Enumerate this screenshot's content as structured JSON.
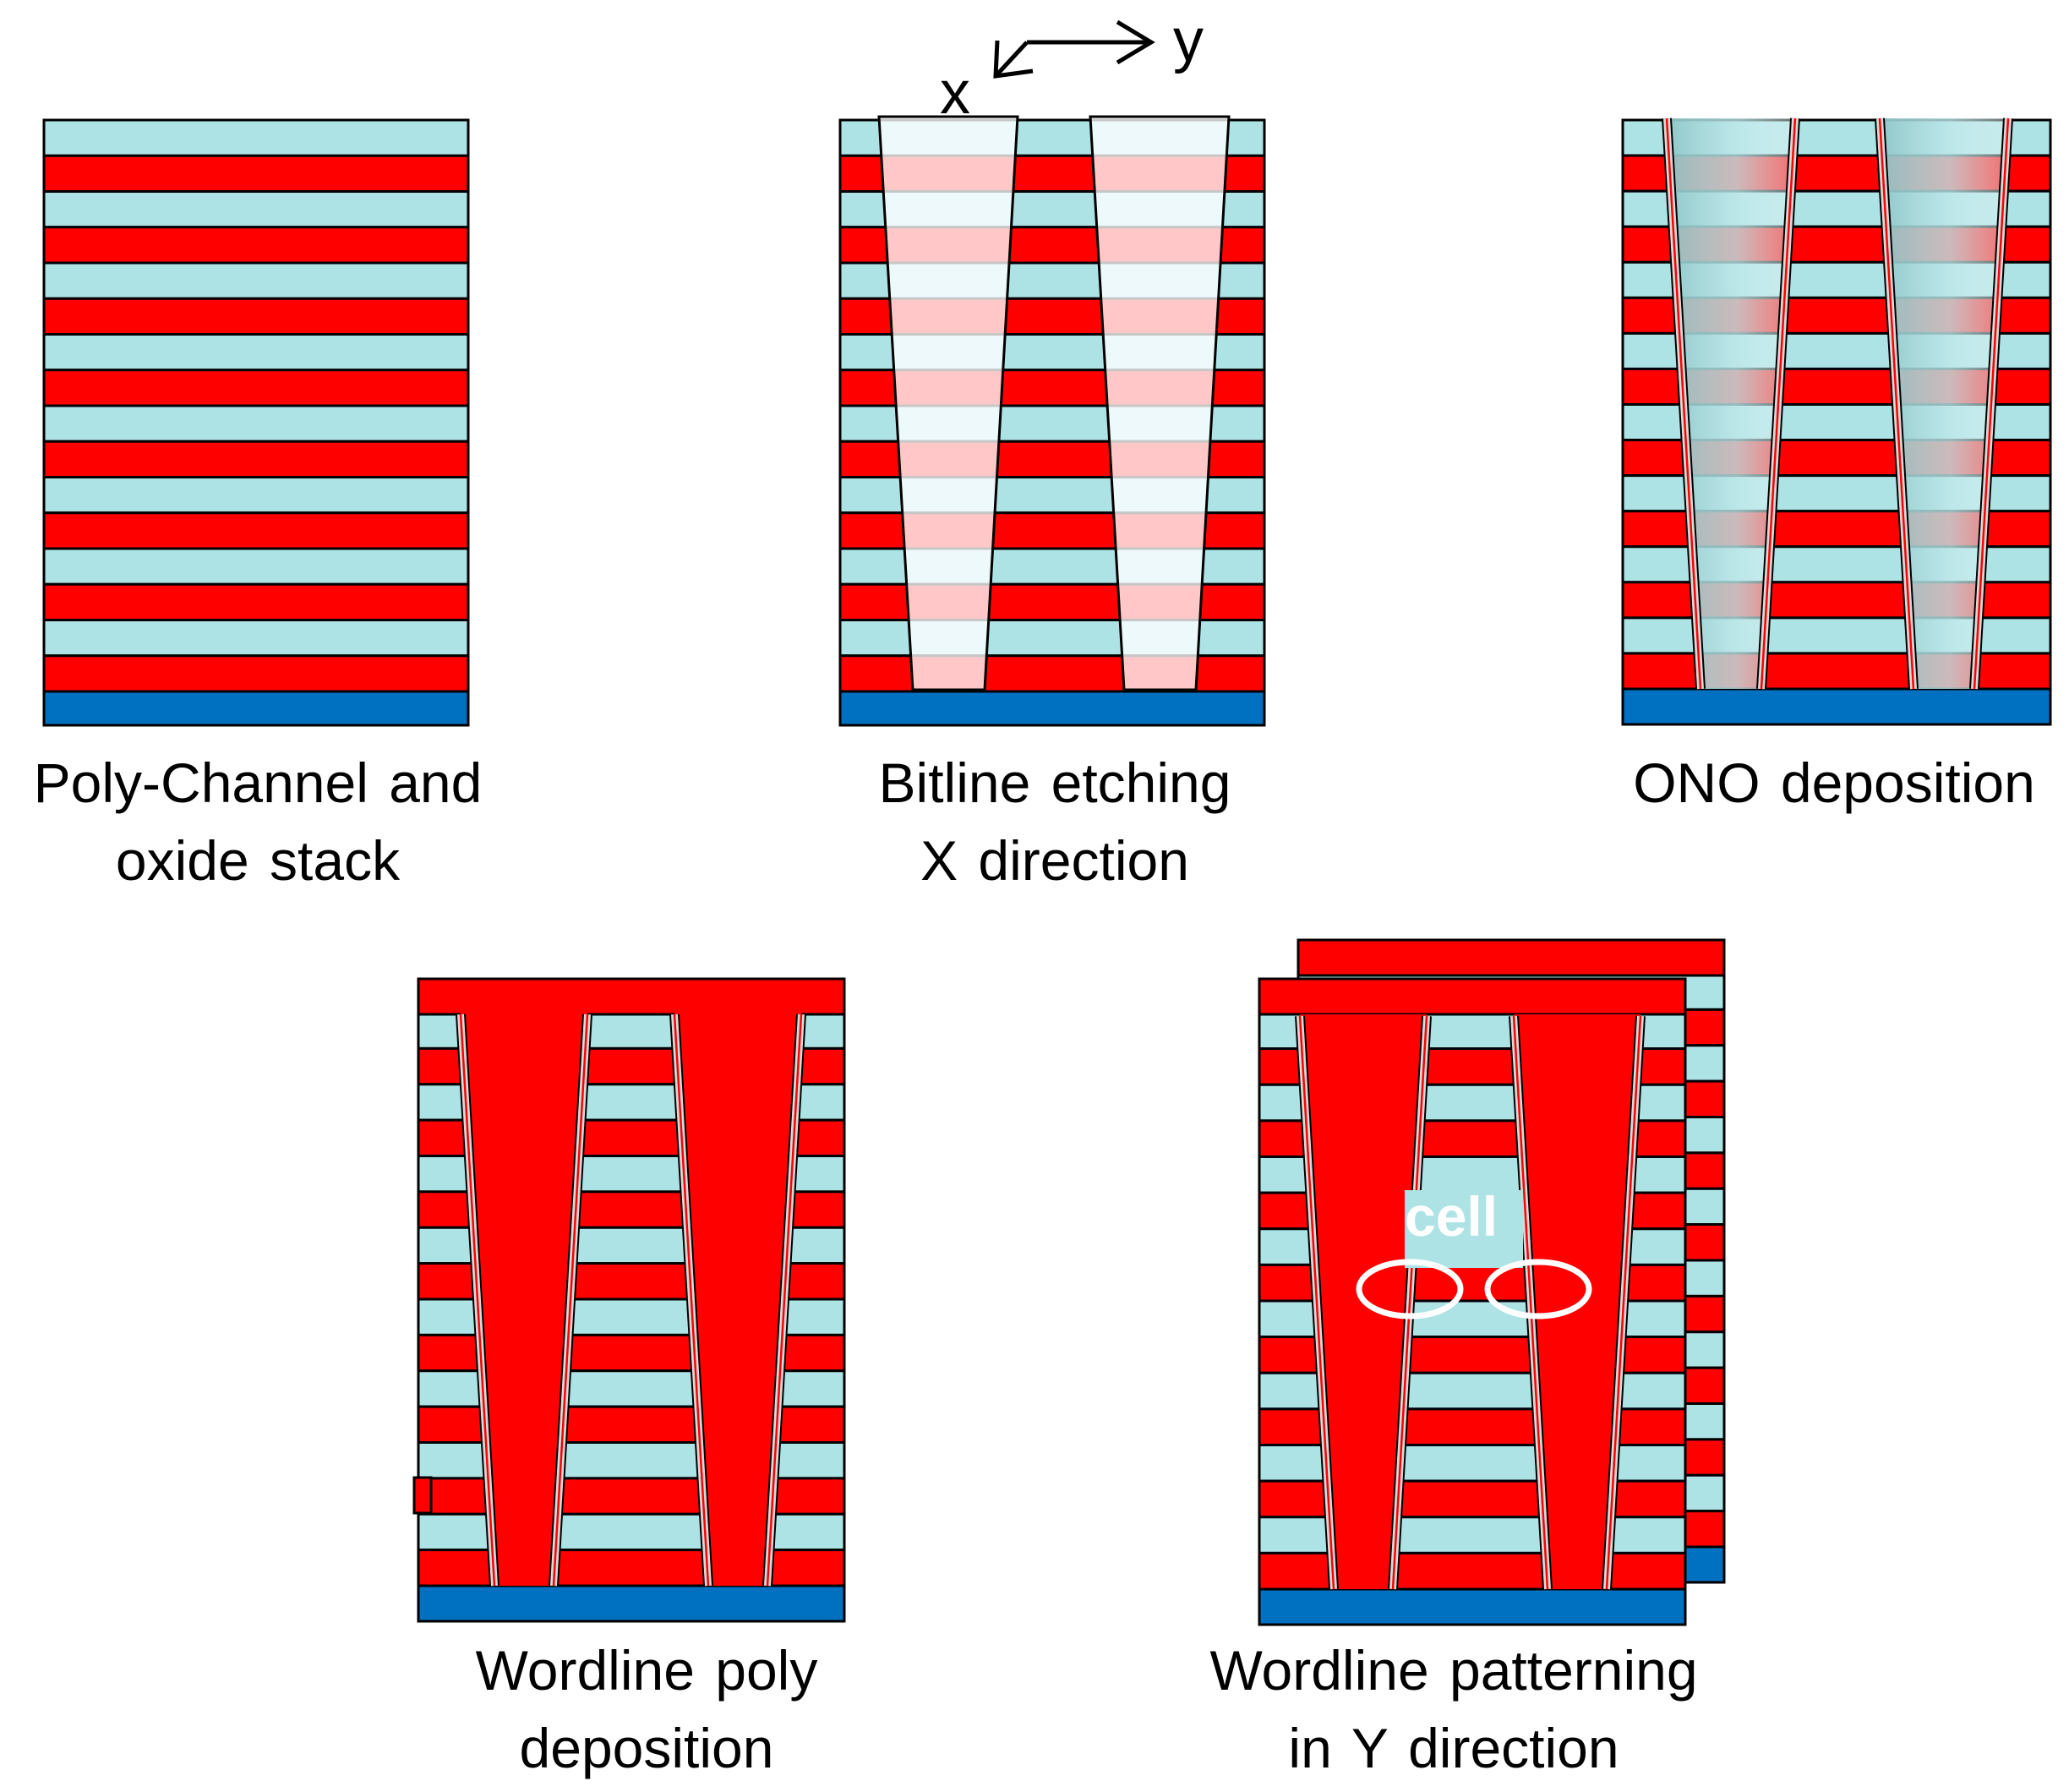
{
  "colors": {
    "poly_red": "#ff0000",
    "oxide_cyan": "#aee3e6",
    "substrate_blue": "#0070c0",
    "outline": "#000000"
  },
  "axes": {
    "x_label": "x",
    "y_label": "y"
  },
  "panels": [
    {
      "id": "stack",
      "caption_line1": "Poly-Channel  and",
      "caption_line2": "oxide stack"
    },
    {
      "id": "bitline",
      "caption_line1": "Bitline  etching",
      "caption_line2": "X direction"
    },
    {
      "id": "ono",
      "caption_line1": "ONO deposition",
      "caption_line2": ""
    },
    {
      "id": "wordline-poly",
      "caption_line1": "Wordline poly",
      "caption_line2": "deposition"
    },
    {
      "id": "wordline-pattern",
      "caption_line1": "Wordline patterning",
      "caption_line2": "in Y direction",
      "annotation": "cell"
    }
  ]
}
